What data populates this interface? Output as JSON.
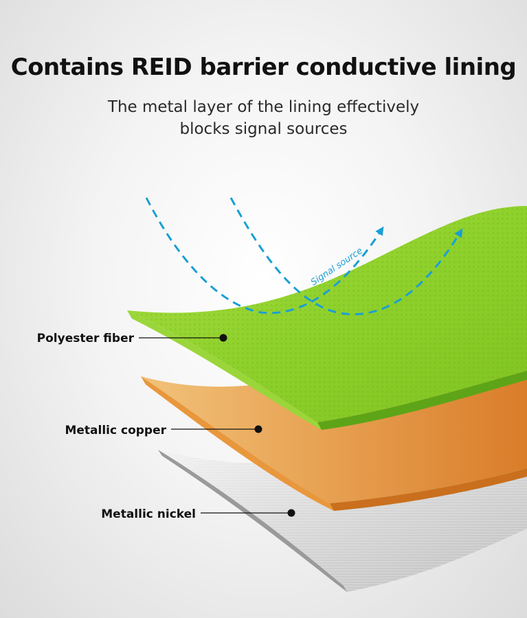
{
  "header": {
    "title": "Contains REID barrier conductive lining",
    "subtitle_line1": "The metal layer of the lining effectively",
    "subtitle_line2": "blocks signal sources"
  },
  "signal": {
    "label": "Signal source",
    "color": "#1a9fd3"
  },
  "layers": [
    {
      "id": "polyester",
      "label": "Polyester fiber",
      "color": "#8fd12c"
    },
    {
      "id": "copper",
      "label": "Metallic copper",
      "color": "#e39a42"
    },
    {
      "id": "nickel",
      "label": "Metallic nickel",
      "color": "#cfcfcf"
    }
  ]
}
